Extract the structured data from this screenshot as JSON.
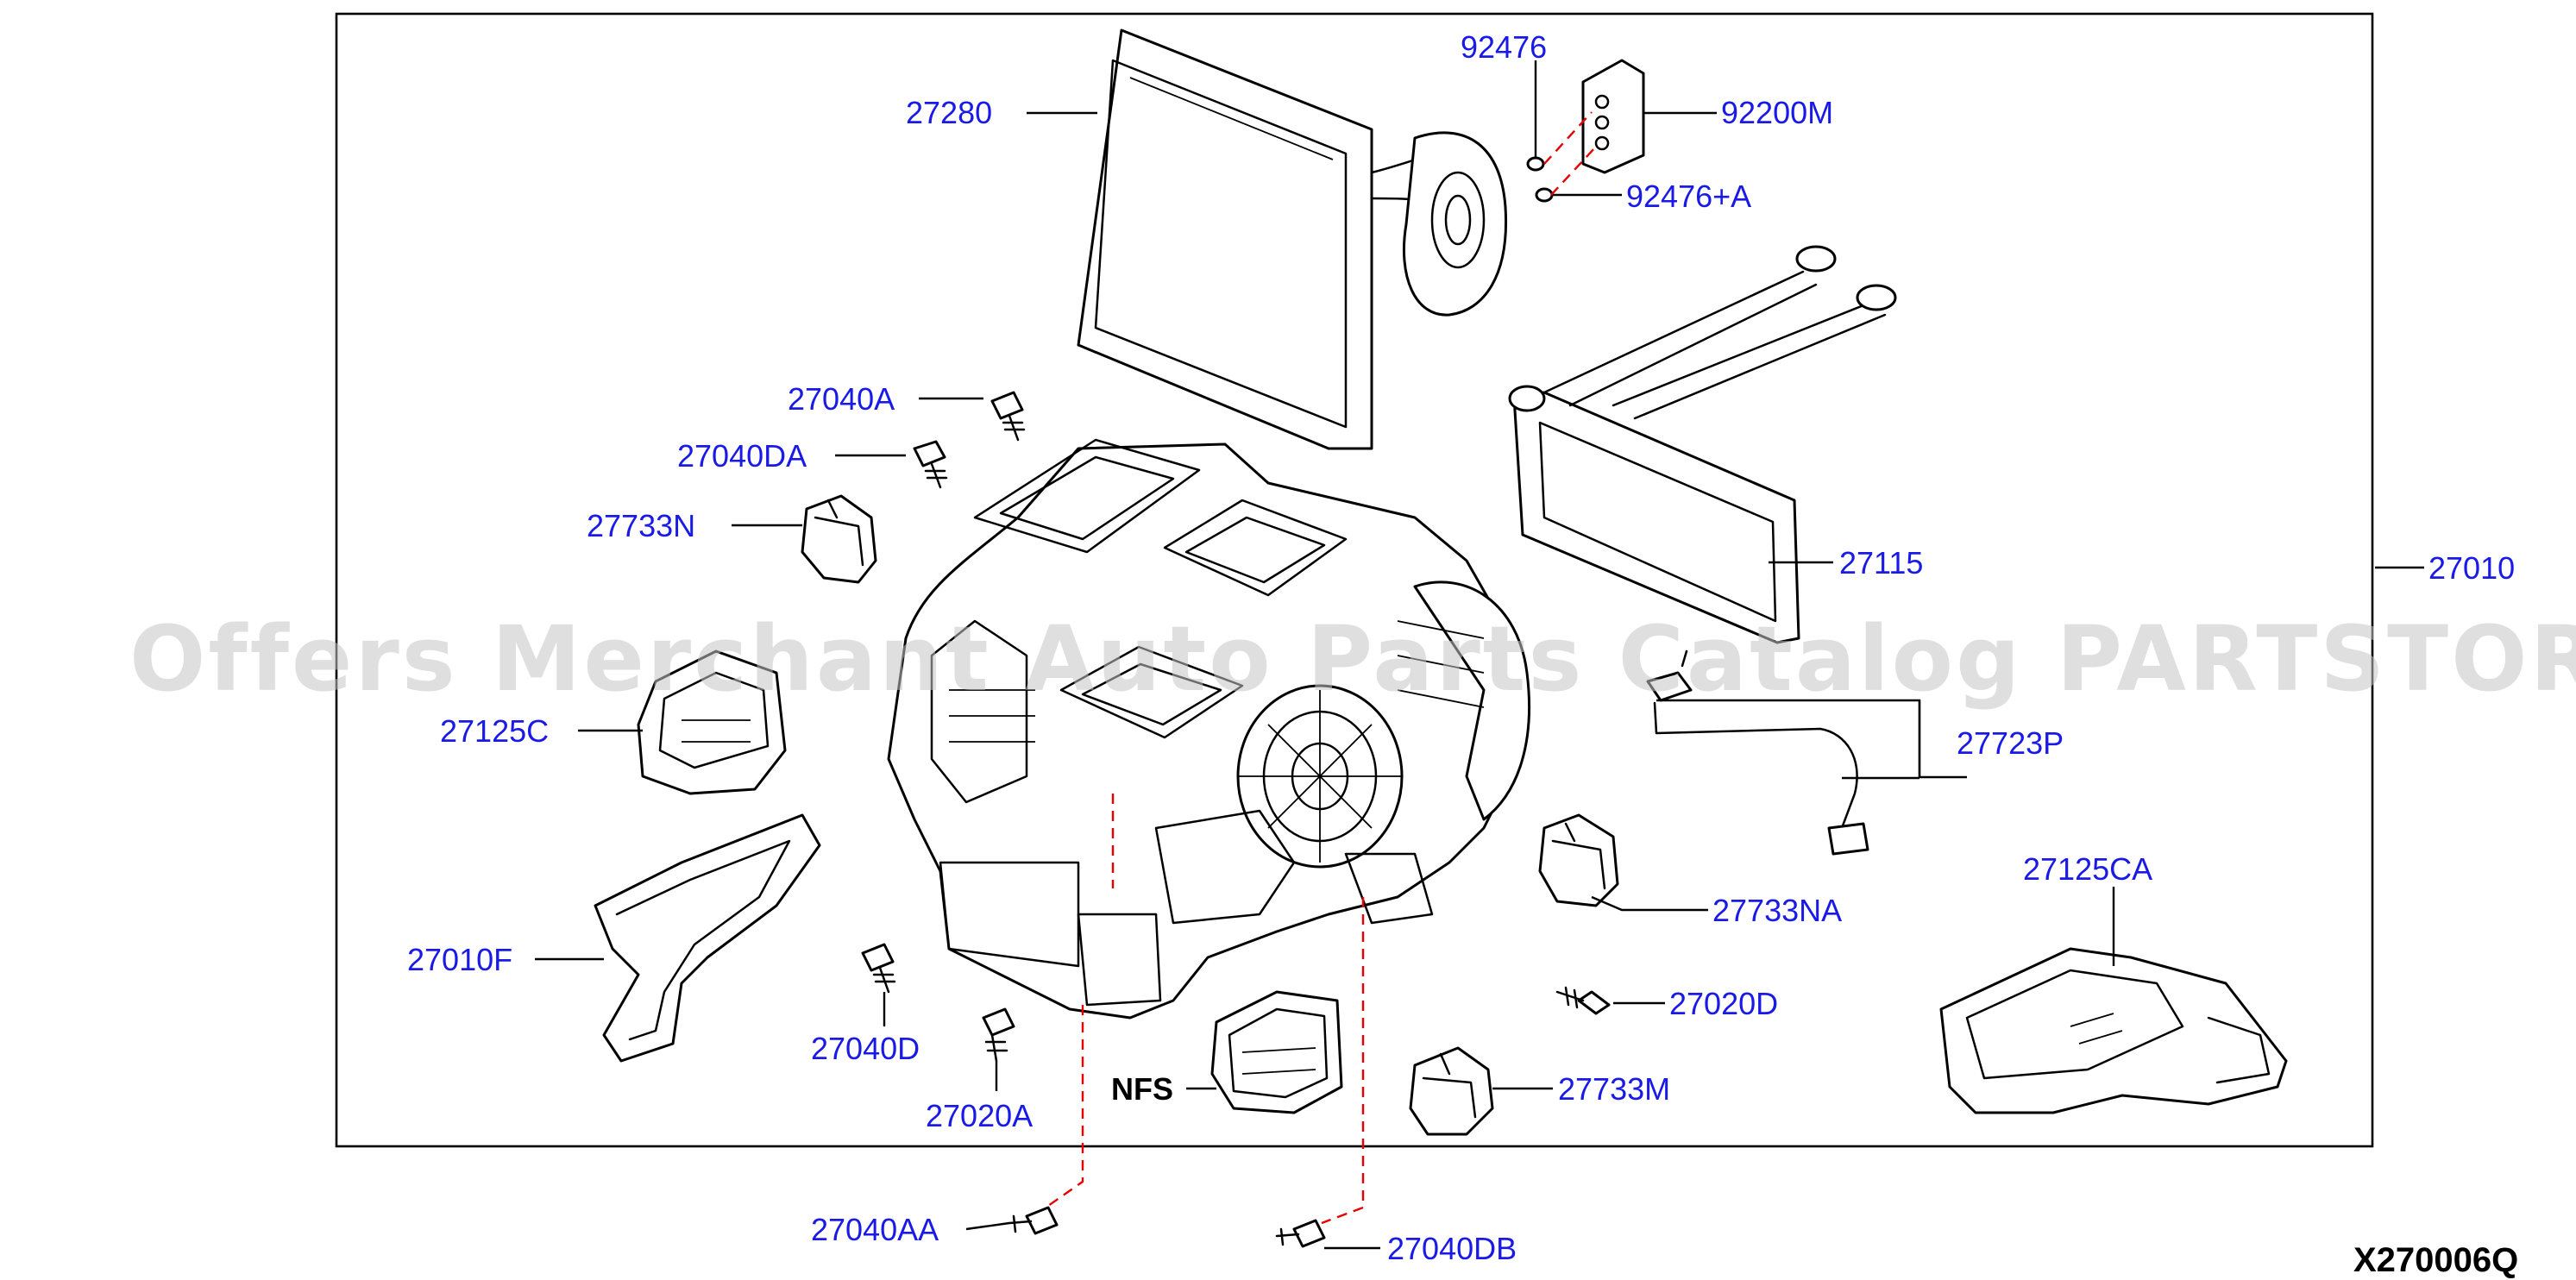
{
  "watermark": "Offers Merchant Auto Parts Catalog PARTSTORE.SA",
  "diagram_code": "X270006Q",
  "colors": {
    "label": "#1a1ae6",
    "line": "#000000",
    "dashed_guide": "#e60000",
    "watermark": "#c4c4c4"
  },
  "labels": {
    "p92476": "92476",
    "p92200M": "92200M",
    "p92476A": "92476+A",
    "p27280": "27280",
    "p27040A": "27040A",
    "p27040DA": "27040DA",
    "p27733N": "27733N",
    "p27115": "27115",
    "p27010": "27010",
    "p27125C": "27125C",
    "p27723P": "27723P",
    "p27010F": "27010F",
    "p27733NA": "27733NA",
    "p27125CA": "27125CA",
    "p27040D": "27040D",
    "p27020D": "27020D",
    "p27020A": "27020A",
    "pNFS": "NFS",
    "p27733M": "27733M",
    "p27040AA": "27040AA",
    "p27040DB": "27040DB"
  }
}
